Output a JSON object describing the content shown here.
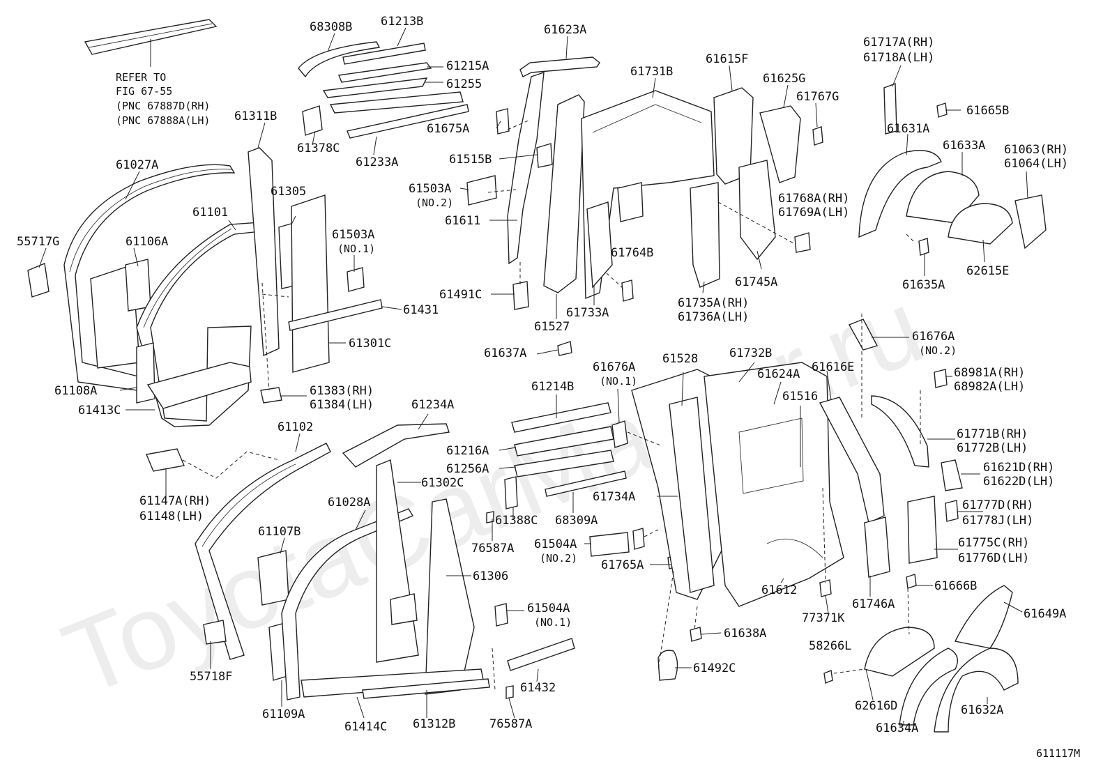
{
  "watermark": "ToyotaCarMaster.ru",
  "figure_id": "611117M",
  "refer_note": [
    "REFER TO",
    "FIG 67-55",
    "(PNC 67887D(RH)",
    "(PNC 67888A(LH)"
  ],
  "labels": {
    "l68308B": "68308B",
    "l61213B": "61213B",
    "l61623A": "61623A",
    "l61615F": "61615F",
    "l61717A": "61717A(RH)",
    "l61718A": "61718A(LH)",
    "l61215A": "61215A",
    "l61731B": "61731B",
    "l61625G": "61625G",
    "l61255": "61255",
    "l61767G": "61767G",
    "l61665B": "61665B",
    "l61311B": "61311B",
    "l61378C": "61378C",
    "l61675A": "61675A",
    "l61631A": "61631A",
    "l61633A": "61633A",
    "l61063": "61063(RH)",
    "l61064": "61064(LH)",
    "l61027A": "61027A",
    "l61233A": "61233A",
    "l61515B": "61515B",
    "l61305": "61305",
    "l61101": "61101",
    "l61503A2": "61503A",
    "l61503A2sub": "(NO.2)",
    "l61768A": "61768A(RH)",
    "l61769A": "61769A(LH)",
    "l55717G": "55717G",
    "l61106A": "61106A",
    "l61503A1": "61503A",
    "l61503A1sub": "(NO.1)",
    "l61611": "61611",
    "l61764B": "61764B",
    "l61745A": "61745A",
    "l61635A": "61635A",
    "l62615E": "62615E",
    "l61491C": "61491C",
    "l61431": "61431",
    "l61733A": "61733A",
    "l61735A": "61735A(RH)",
    "l61736A": "61736A(LH)",
    "l61527": "61527",
    "l61301C": "61301C",
    "l61676A2": "61676A",
    "l61676A2sub": "(NO.2)",
    "l61637A": "61637A",
    "l61676A1": "61676A",
    "l61676A1sub": "(NO.1)",
    "l61528": "61528",
    "l61732B": "61732B",
    "l61624A": "61624A",
    "l61616E": "61616E",
    "l68981A": "68981A(RH)",
    "l68982A": "68982A(LH)",
    "l61108A": "61108A",
    "l61383": "61383(RH)",
    "l61384": "61384(LH)",
    "l61214B": "61214B",
    "l61516": "61516",
    "l61413C": "61413C",
    "l61234A": "61234A",
    "l61102": "61102",
    "l61771B": "61771B(RH)",
    "l61772B": "61772B(LH)",
    "l61216A": "61216A",
    "l61256A": "61256A",
    "l61621D": "61621D(RH)",
    "l61622D": "61622D(LH)",
    "l61147A": "61147A(RH)",
    "l61148": "61148(LH)",
    "l61302C": "61302C",
    "l61028A": "61028A",
    "l61734A": "61734A",
    "l61388C": "61388C",
    "l68309A": "68309A",
    "l61777D": "61777D(RH)",
    "l61778J": "61778J(LH)",
    "l61107B": "61107B",
    "l76587A1": "76587A",
    "l61504A2": "61504A",
    "l61504A2sub": "(NO.2)",
    "l61765A": "61765A",
    "l61775C": "61775C(RH)",
    "l61776D": "61776D(LH)",
    "l61306": "61306",
    "l61612": "61612",
    "l61666B": "61666B",
    "l61746A": "61746A",
    "l61504A1": "61504A",
    "l61504A1sub": "(NO.1)",
    "l77371K": "77371K",
    "l61649A": "61649A",
    "l55718F": "55718F",
    "l61638A": "61638A",
    "l58266L": "58266L",
    "l61492C": "61492C",
    "l61432": "61432",
    "l62616D": "62616D",
    "l61109A": "61109A",
    "l61414C": "61414C",
    "l61312B": "61312B",
    "l76587A2": "76587A",
    "l61634A": "61634A",
    "l61632A": "61632A"
  }
}
